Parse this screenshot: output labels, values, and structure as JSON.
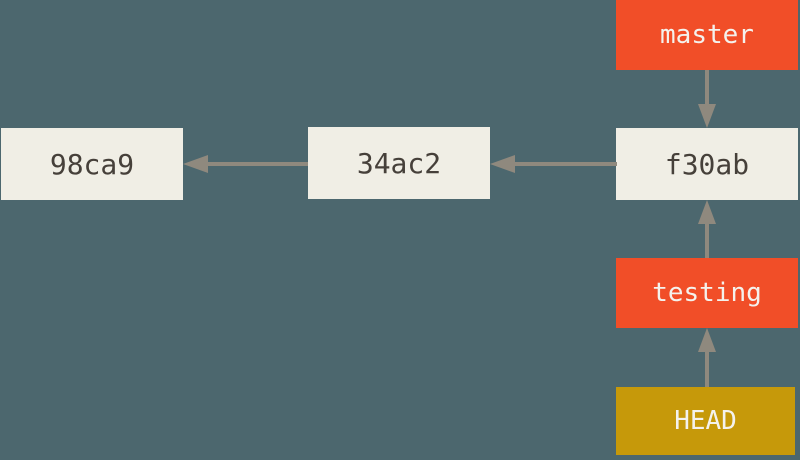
{
  "diagram": {
    "commits": [
      {
        "id": "98ca9"
      },
      {
        "id": "34ac2"
      },
      {
        "id": "f30ab"
      }
    ],
    "branches": [
      {
        "label": "master",
        "points_to": "f30ab"
      },
      {
        "label": "testing",
        "points_to": "f30ab"
      }
    ],
    "head": {
      "label": "HEAD",
      "points_to": "testing"
    },
    "edges": [
      {
        "from": "f30ab",
        "to": "34ac2",
        "type": "parent"
      },
      {
        "from": "34ac2",
        "to": "98ca9",
        "type": "parent"
      },
      {
        "from": "master",
        "to": "f30ab",
        "type": "ref"
      },
      {
        "from": "testing",
        "to": "f30ab",
        "type": "ref"
      },
      {
        "from": "HEAD",
        "to": "testing",
        "type": "ref"
      }
    ],
    "colors": {
      "background": "#4c676e",
      "commit_box": "#f0eee5",
      "commit_text": "#46403a",
      "branch_box": "#f14e28",
      "head_box": "#c6990a",
      "label_text": "#f4f2ed",
      "arrow": "#8f897e"
    }
  }
}
